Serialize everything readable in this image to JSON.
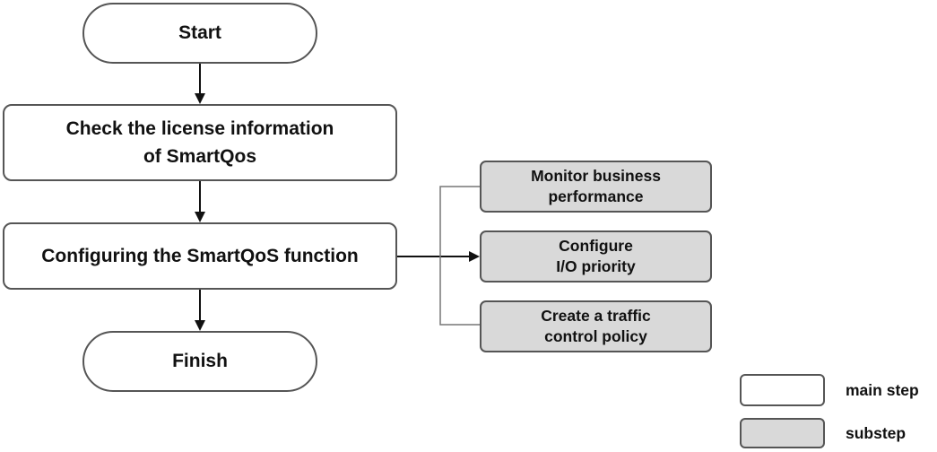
{
  "flow": {
    "start": "Start",
    "check_line1": "Check the license information",
    "check_line2": "of SmartQos",
    "configure": "Configuring the SmartQoS function",
    "finish": "Finish"
  },
  "substeps": [
    {
      "line1": "Monitor business",
      "line2": "performance"
    },
    {
      "line1": "Configure",
      "line2": "I/O priority"
    },
    {
      "line1": "Create a traffic",
      "line2": "control policy"
    }
  ],
  "legend": {
    "main": "main step",
    "sub": "substep"
  },
  "colors": {
    "border": "#555555",
    "main_fill": "#ffffff",
    "sub_fill": "#d9d9d9",
    "arrow": "#111111"
  }
}
